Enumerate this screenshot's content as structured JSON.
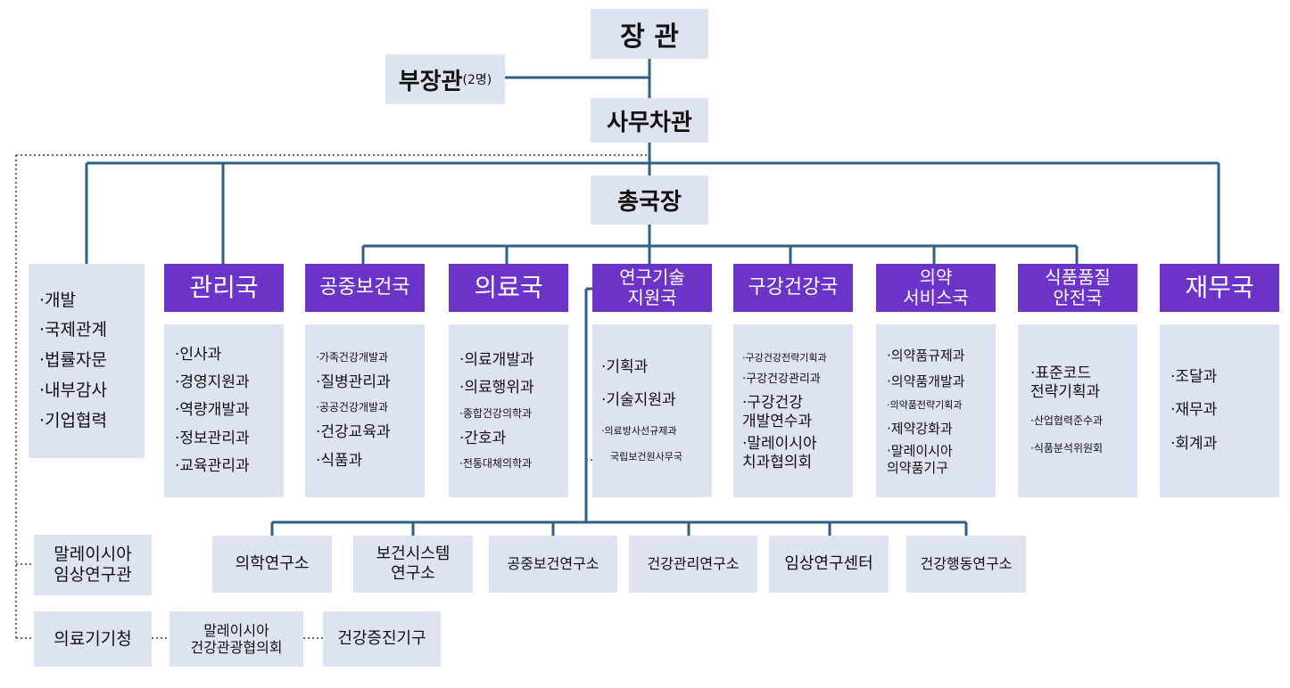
{
  "top": {
    "minister": "장 관",
    "deputy_minister": "부장관",
    "deputy_note": "(2명)",
    "secretary_general": "사무차관",
    "director_general": "총국장"
  },
  "left_panel": [
    "·개발",
    "·국제관계",
    "·법률자문",
    "·내부감사",
    "·기업협력"
  ],
  "departments": [
    {
      "name": "관리국",
      "items": [
        "·인사과",
        "·경영지원과",
        "·역량개발과",
        "·정보관리과",
        "·교육관리과"
      ]
    },
    {
      "name": "공중보건국",
      "items": [
        "·가족건강개발과",
        "·질병관리과",
        "·공공건강개발과",
        "·건강교육과",
        "·식품과"
      ]
    },
    {
      "name": "의료국",
      "items": [
        "·의료개발과",
        "·의료행위과",
        "·종합건강의학과",
        "·간호과",
        "·전통대체의학과"
      ]
    },
    {
      "name": "연구기술\n지원국",
      "items": [
        "·기획과",
        "·기술지원과",
        "·의료방사선규제과",
        "국립보건원사무국"
      ]
    },
    {
      "name": "구강건강국",
      "items": [
        "·구강건강전략기획과",
        "·구강건강관리과",
        "·구강건강\n개발연수과",
        "·말레이시아\n치과협의회"
      ]
    },
    {
      "name": "의약\n서비스국",
      "items": [
        "·의약품규제과",
        "·의약품개발과",
        "·의약품전략기획과",
        "·제약강화과",
        "·말레이시아\n의약품기구"
      ]
    },
    {
      "name": "식품품질\n안전국",
      "items": [
        "·표준코드\n전략기획과",
        "·산업협력준수과",
        "·식품분석위원회"
      ]
    },
    {
      "name": "재무국",
      "items": [
        "·조달과",
        "·재무과",
        "·회계과"
      ]
    }
  ],
  "institutes": [
    "의학연구소",
    "보건시스템\n연구소",
    "공중보건연구소",
    "건강관리연구소",
    "임상연구센터",
    "건강행동연구소"
  ],
  "agencies": {
    "clinical": "말레이시아\n임상연구관",
    "device": "의료기기청",
    "tourism": "말레이시아\n건강관광협의회",
    "promotion": "건강증진기구"
  },
  "colors": {
    "header": "#6b33c7",
    "box": "#dde3f1",
    "line": "#2f5e86"
  }
}
